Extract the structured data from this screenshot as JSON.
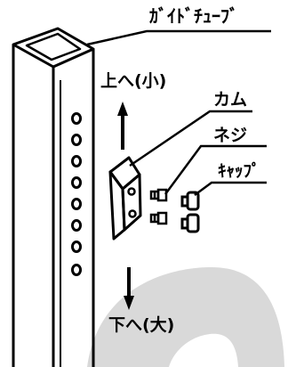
{
  "labels": {
    "guide_tube": "ｶﾞｲﾄﾞﾁｭｰﾌﾞ",
    "up": "上へ(小)",
    "down": "下へ(大)",
    "cam": "カム",
    "screw": "ネジ",
    "cap": "ｷｬｯﾌﾟ"
  },
  "colors": {
    "line": "#000000",
    "background": "#ffffff",
    "watermark": "#d9d9d9"
  },
  "icons": {
    "up_arrow": "arrow-up-icon",
    "down_arrow": "arrow-down-icon"
  }
}
